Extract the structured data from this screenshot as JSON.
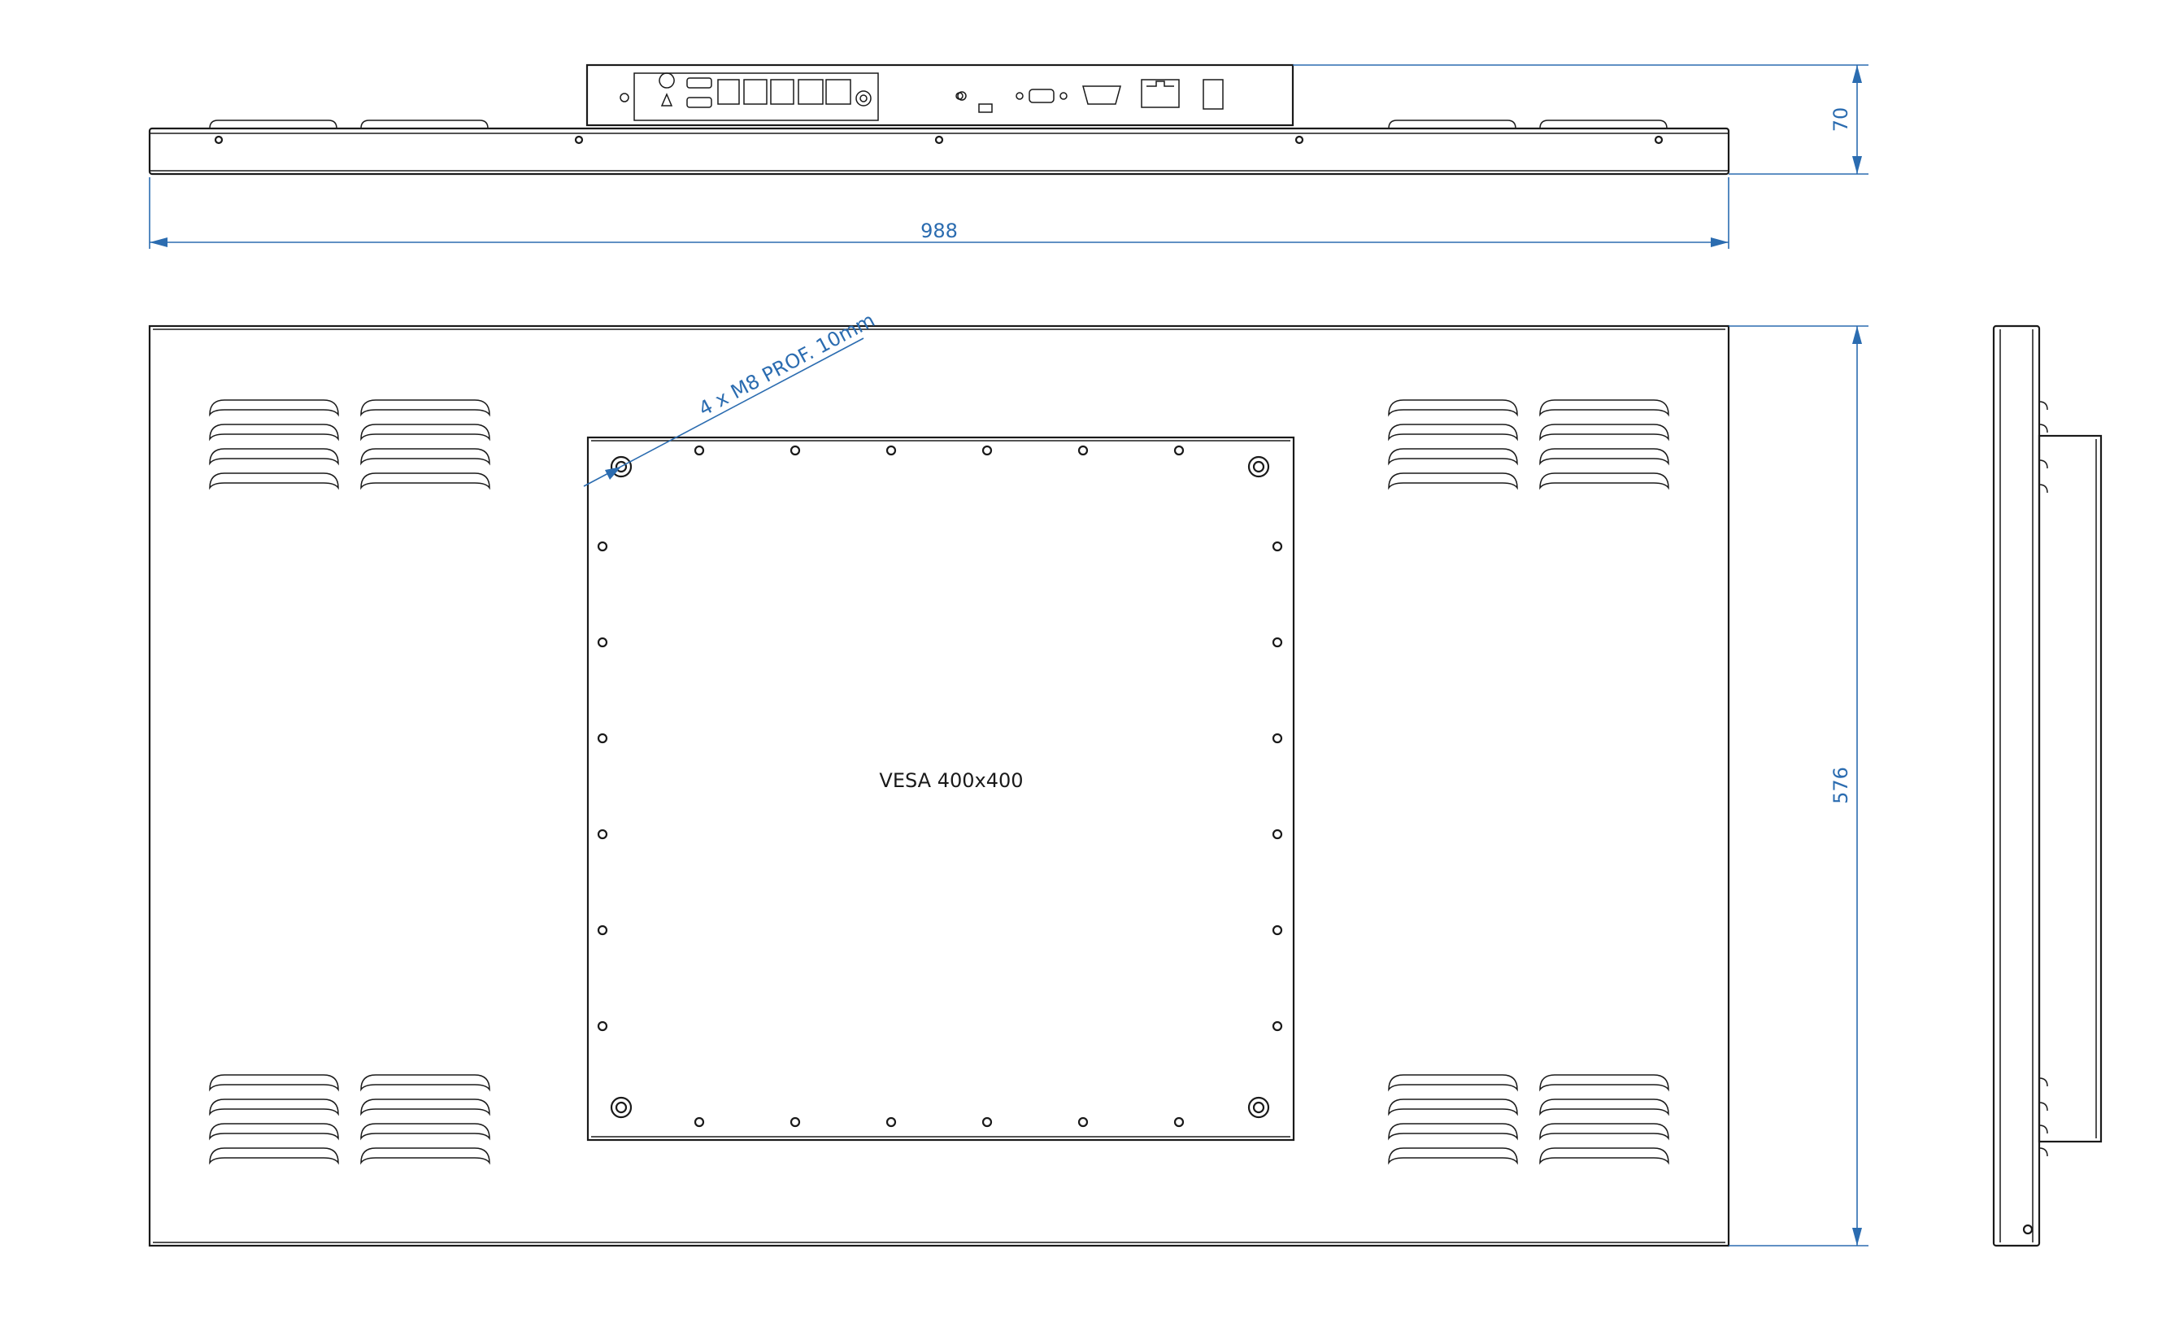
{
  "dimensions": {
    "width": "988",
    "height_side": "70",
    "height_front": "576"
  },
  "annotations": {
    "vesa_label": "VESA 400x400",
    "screw_label": "4 x M8   PROF. 10mm"
  },
  "colors": {
    "outline": "#1a1a1a",
    "dimension": "#2b6cb0"
  }
}
